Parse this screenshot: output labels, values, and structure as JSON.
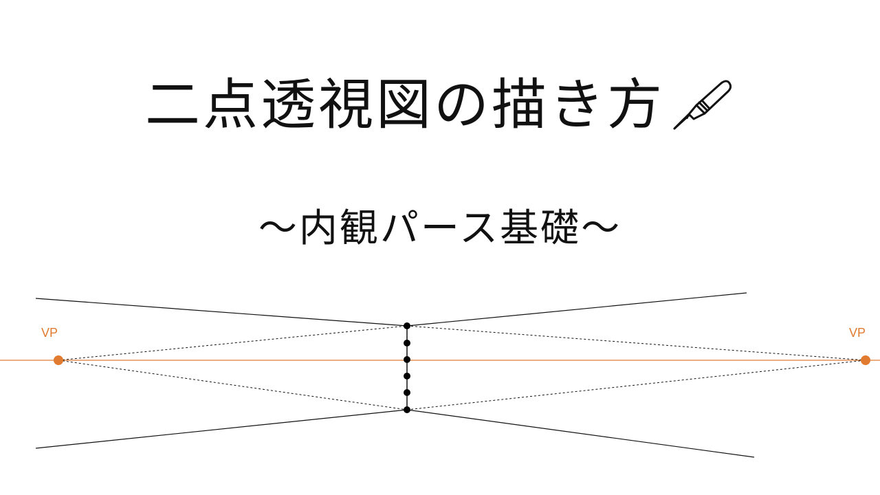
{
  "title": "二点透視図の描き方",
  "subtitle": "～内観パース基礎～",
  "icons": {
    "title_icon": "fountain-pen-icon"
  },
  "diagram": {
    "vp_left_label": "VP",
    "vp_right_label": "VP"
  },
  "colors": {
    "text": "#111111",
    "horizon": "#e07b30",
    "vanishing_point": "#e07b30",
    "lines": "#111111"
  }
}
